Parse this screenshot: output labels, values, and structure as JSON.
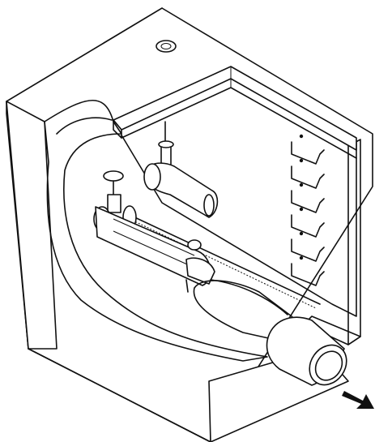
{
  "diagram": {
    "kind": "isometric cutaway",
    "colors": {
      "line": "#111111",
      "paper": "#ffffff",
      "shade": "#e4e4e4",
      "dots": "#444444"
    },
    "parts": [
      {
        "id": "chamber-box",
        "icon": "box-outline"
      },
      {
        "id": "manhole-cover",
        "icon": "round-cover"
      },
      {
        "id": "roof-beam",
        "icon": "beam"
      },
      {
        "id": "curved-wall-section",
        "icon": "wall-cut"
      },
      {
        "id": "valve-upper",
        "icon": "gate-valve"
      },
      {
        "id": "valve-lower",
        "icon": "gate-valve"
      },
      {
        "id": "main-pipe",
        "icon": "pipe"
      },
      {
        "id": "flex-coupling",
        "icon": "corrugated-hose"
      },
      {
        "id": "outlet-pipe",
        "icon": "pipe-end"
      },
      {
        "id": "step-irons",
        "icon": "ladder-rungs"
      },
      {
        "id": "flow-arrow",
        "icon": "arrow"
      }
    ],
    "step_iron_count": 6
  }
}
